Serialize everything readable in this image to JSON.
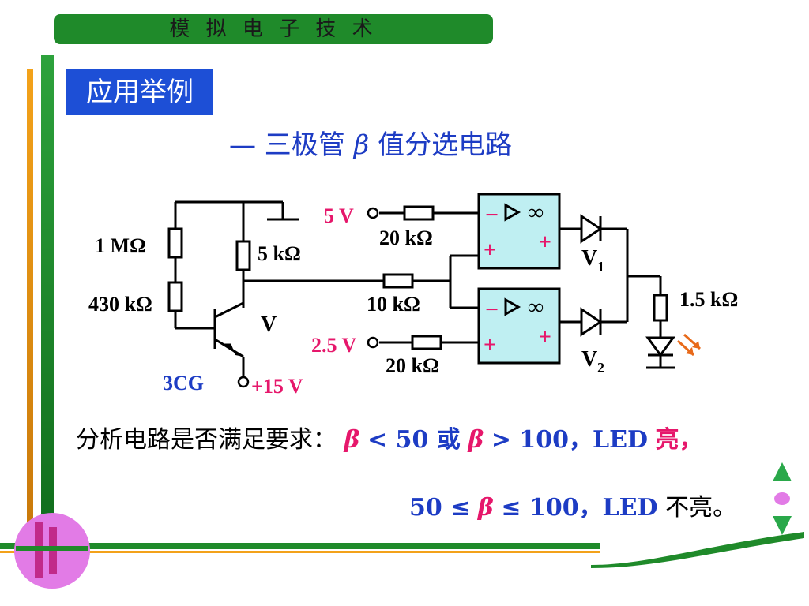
{
  "header": {
    "title": "模 拟 电 子 技 术"
  },
  "section": {
    "tag": "应用举例"
  },
  "subtitle": {
    "prefix": "— 三极管",
    "beta": "β",
    "suffix": "值分选电路"
  },
  "circuit": {
    "r_1m": "1 MΩ",
    "r_430k": "430 kΩ",
    "r_5k": "5 kΩ",
    "transistor": "V",
    "transistor_type": "3CG",
    "supply": "+15 V",
    "ref_5v": "5 V",
    "ref_2_5v": "2.5 V",
    "r_20k_top": "20 kΩ",
    "r_10k": "10 kΩ",
    "r_20k_bottom": "20 kΩ",
    "opamp_minus": "−",
    "opamp_plus": "+",
    "opamp_inf": "∞",
    "diode_1": "V",
    "diode_1_sub": "1",
    "diode_2": "V",
    "diode_2_sub": "2",
    "r_1_5k": "1.5 kΩ"
  },
  "analysis": {
    "intro": "分析电路是否满足要求：",
    "beta": "β",
    "cond1": "< 50 或",
    "cond2": "> 100，LED",
    "result1": "亮，",
    "line2_pre": "50 ≤",
    "line2_post": "≤ 100，LED",
    "result2": "不亮。"
  },
  "colors": {
    "green": "#1f8a2a",
    "blue": "#1d3cc4",
    "pink": "#e6176b",
    "opamp_fill": "#bfeff2"
  }
}
